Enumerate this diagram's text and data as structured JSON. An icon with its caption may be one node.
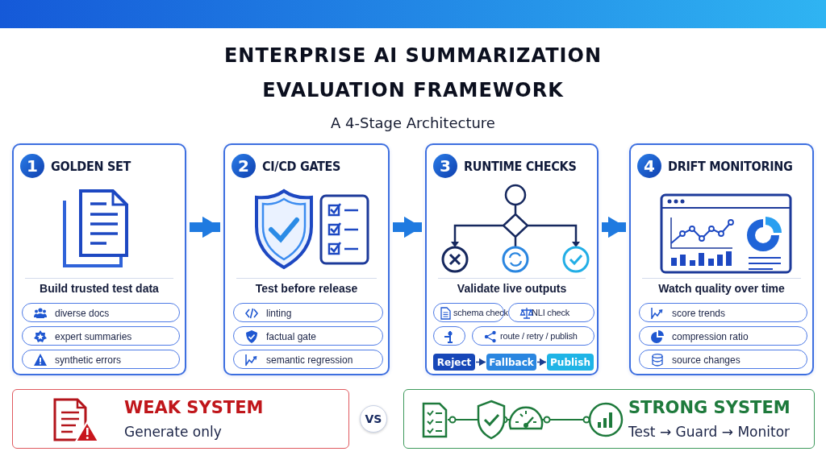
{
  "diagram": {
    "title": "ENTERPRISE AI SUMMARIZATION EVALUATION FRAMEWORK",
    "nodes": [
      {
        "text": [
          "GOLDEN SET",
          "Build trusted test data"
        ]
      },
      {
        "text": [
          "1"
        ],
        "in": 0
      },
      {
        "text": [
          "diverse docs"
        ],
        "in": 0
      },
      {
        "text": [
          "expert summaries"
        ],
        "in": 0
      },
      {
        "text": [
          "synthetic errors"
        ],
        "in": 0
      },
      {
        "text": [
          "CI/CD GATES",
          "Test before release"
        ]
      },
      {
        "text": [
          "2"
        ],
        "in": 5
      },
      {
        "text": [
          "linting"
        ],
        "in": 5
      },
      {
        "text": [
          "factual gate"
        ],
        "in": 5
      },
      {
        "text": [
          "semantic regression"
        ],
        "in": 5
      },
      {
        "text": [
          "RUNTIME CHECKS",
          "Validate live outputs"
        ]
      },
      {
        "text": [
          "3"
        ],
        "in": 10
      },
      {
        "text": [
          "schema check"
        ],
        "in": 10
      },
      {
        "text": [
          "NLI check"
        ],
        "in": 10
      },
      {
        "text": [],
        "shape": "box",
        "in": 10
      },
      {
        "text": [
          "route / retry / publish"
        ],
        "in": 10
      },
      {
        "text": [
          "Reject"
        ],
        "in": 10
      },
      {
        "text": [
          "Fallback"
        ],
        "in": 10
      },
      {
        "text": [
          "Publish"
        ],
        "in": 10
      },
      {
        "text": [
          "DRIFT MONITORING",
          "Watch quality over time"
        ]
      },
      {
        "text": [
          "4"
        ],
        "in": 19
      },
      {
        "text": [
          "score trends"
        ],
        "in": 19
      },
      {
        "text": [
          "compression ratio"
        ],
        "in": 19
      },
      {
        "text": [
          "source changes"
        ],
        "in": 19
      },
      {
        "text": [
          "WEAK SYSTEM",
          "Generate only"
        ]
      },
      {
        "text": [
          "VS"
        ]
      },
      {
        "text": [
          "STRONG SYSTEM",
          "Test → Guard → Monitor"
        ]
      }
    ],
    "edges": [
      {
        "from": 0,
        "to": 5,
        "arrow": "to"
      },
      {
        "from": 5,
        "to": 10,
        "arrow": "to"
      },
      {
        "from": 10,
        "to": 19,
        "arrow": "to"
      },
      {
        "from": 16,
        "to": 17,
        "arrow": "to",
        "color": "#1b3d8f"
      },
      {
        "from": 17,
        "to": 18,
        "arrow": "to",
        "color": "#1b3d8f"
      }
    ],
    "labels": [
      "A 4-Stage Architecture"
    ]
  }
}
